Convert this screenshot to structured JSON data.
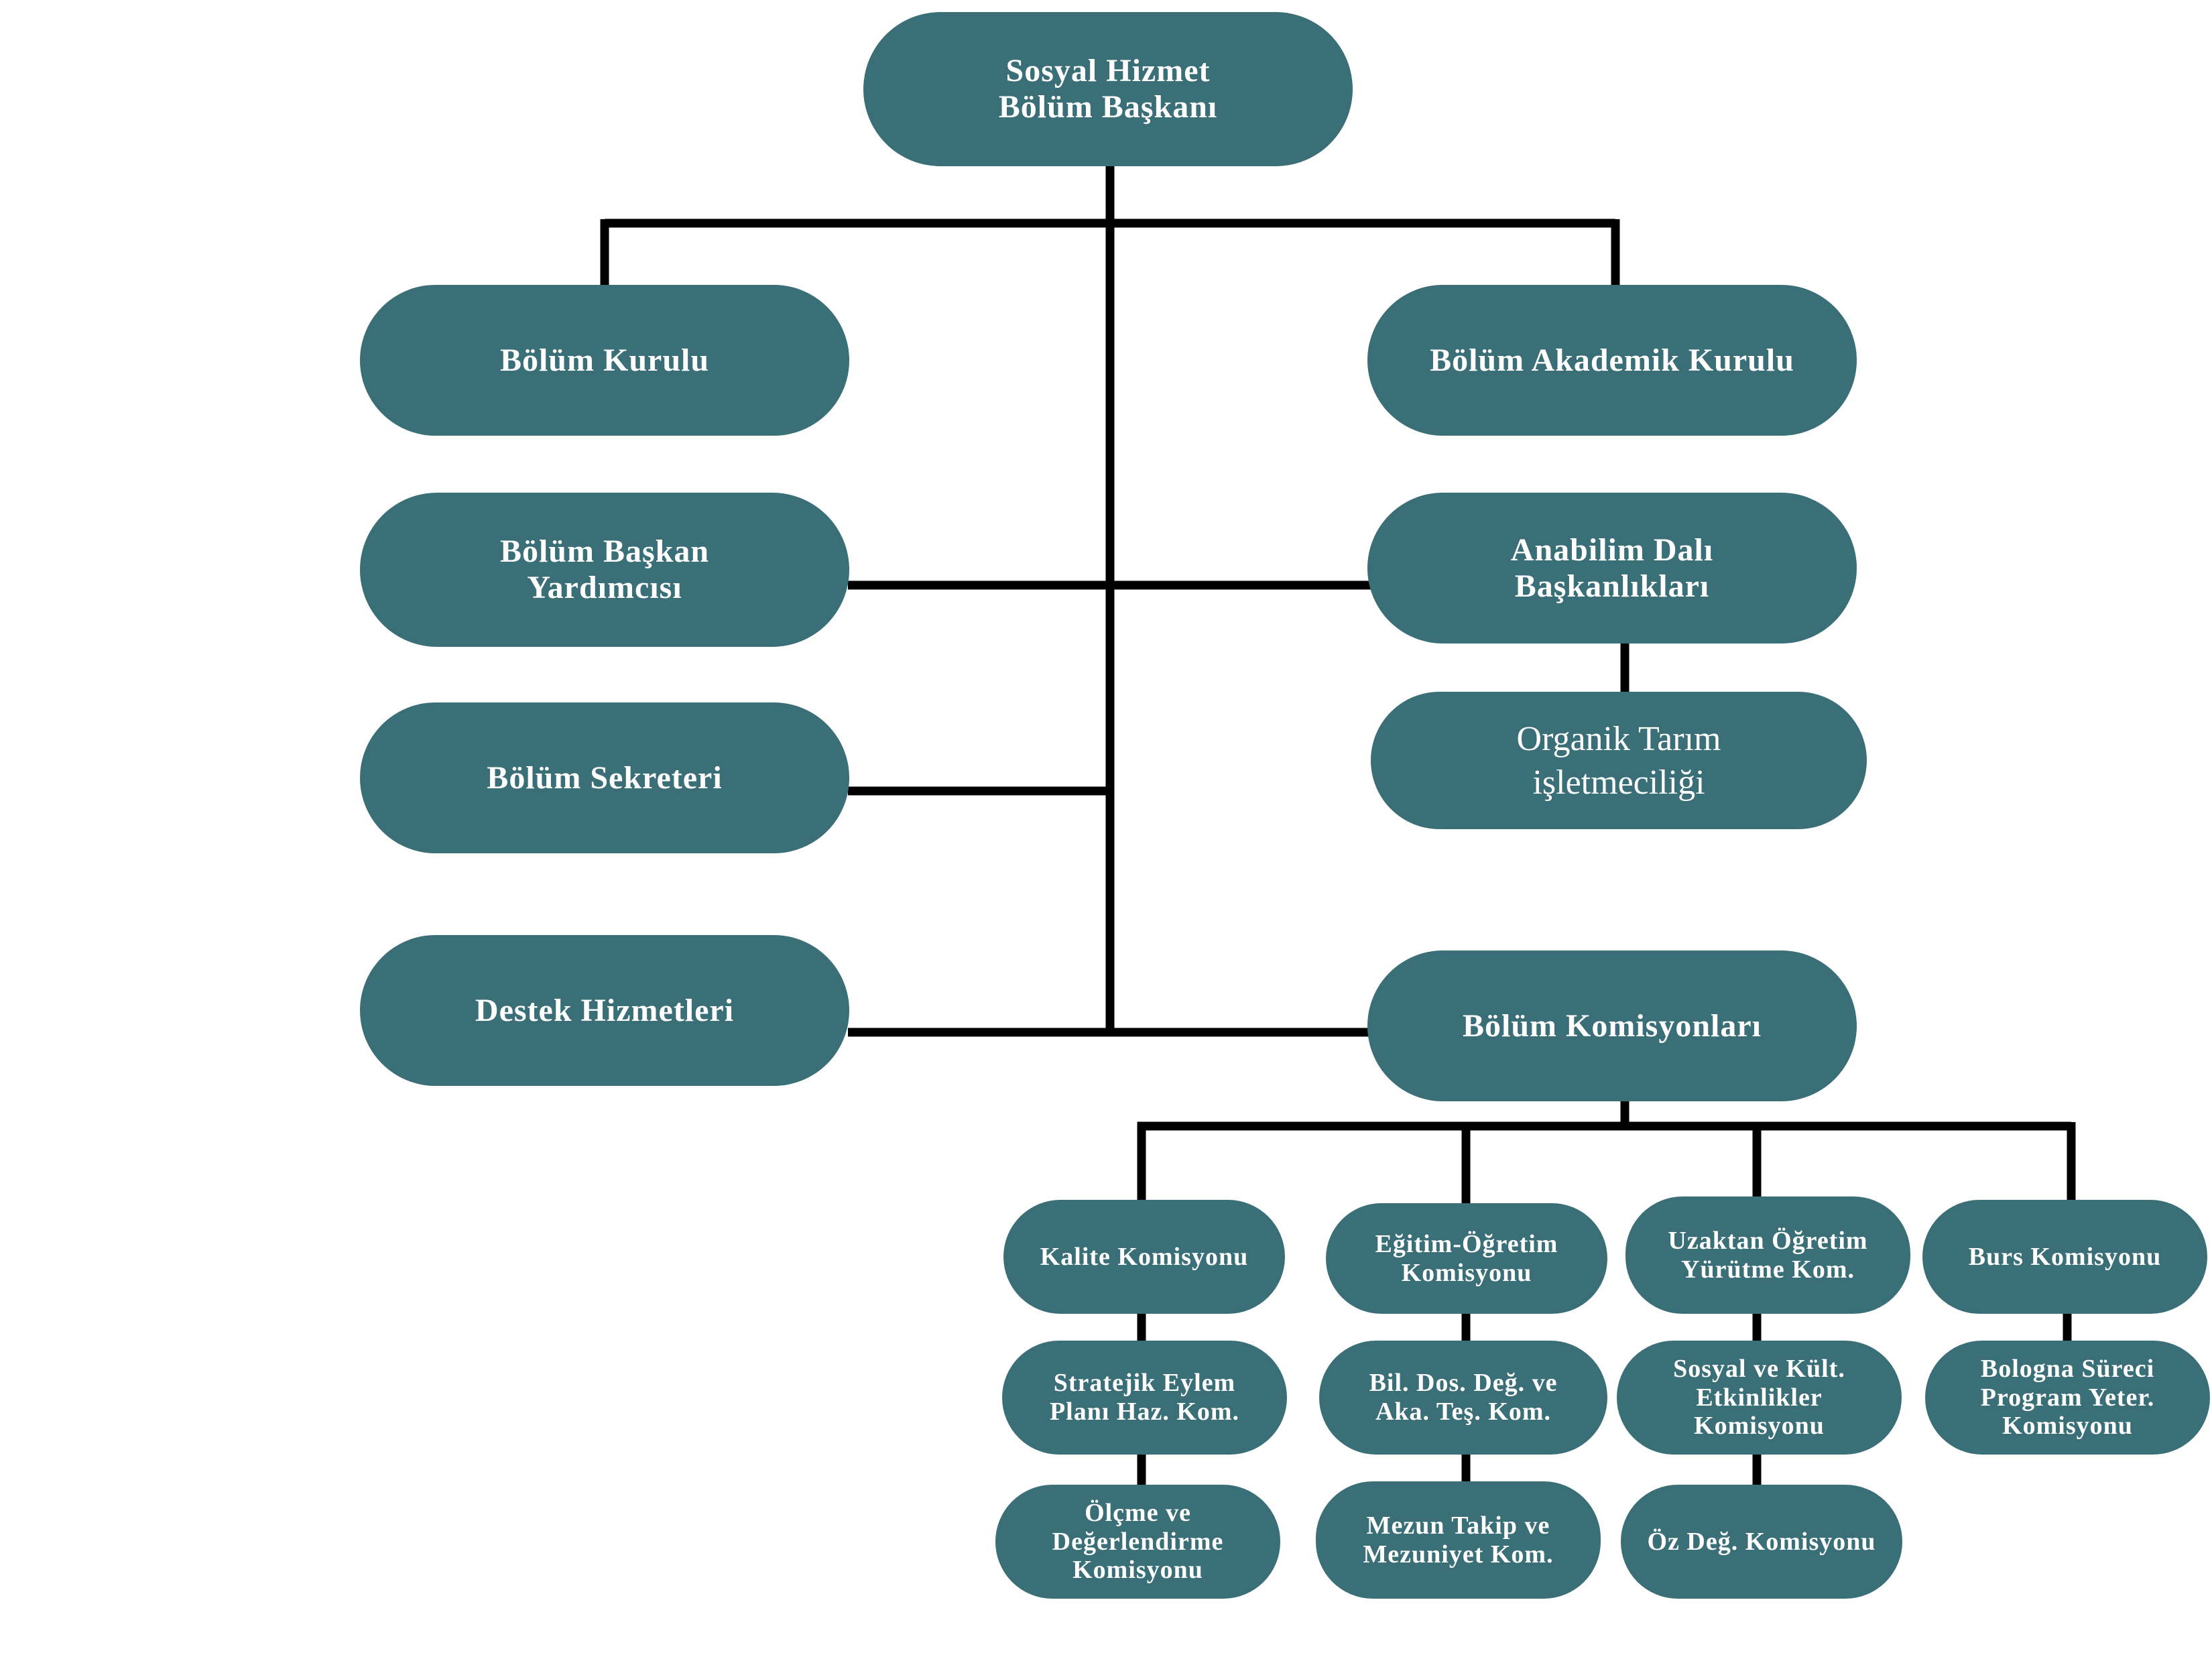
{
  "nodes": {
    "head": [
      "Sosyal Hizmet",
      "Bölüm Başkanı"
    ],
    "bolum_kurulu": [
      "Bölüm Kurulu"
    ],
    "akademik_kurul": [
      "Bölüm Akademik Kurulu"
    ],
    "baskan_yardimcisi": [
      "Bölüm Başkan",
      "Yardımcısı"
    ],
    "anabilim": [
      "Anabilim Dalı",
      "Başkanlıkları"
    ],
    "organik": [
      "Organik Tarım",
      "işletmeciliği"
    ],
    "sekreter": [
      "Bölüm Sekreteri"
    ],
    "destek": [
      "Destek Hizmetleri"
    ],
    "komisyonlar": [
      "Bölüm Komisyonları"
    ],
    "kalite": [
      "Kalite Komisyonu"
    ],
    "egitim": [
      "Eğitim-Öğretim",
      "Komisyonu"
    ],
    "uzaktan": [
      "Uzaktan Öğretim",
      "Yürütme Kom."
    ],
    "burs": [
      "Burs Komisyonu"
    ],
    "stratejik": [
      "Stratejik Eylem",
      "Planı Haz. Kom."
    ],
    "bildos": [
      "Bil. Dos. Değ. ve",
      "Aka. Teş. Kom."
    ],
    "sosyal": [
      "Sosyal ve Kült.",
      "Etkinlikler",
      "Komisyonu"
    ],
    "bologna": [
      "Bologna Süreci",
      "Program Yeter.",
      "Komisyonu"
    ],
    "olcme": [
      "Ölçme ve",
      "Değerlendirme",
      "Komisyonu"
    ],
    "mezun": [
      "Mezun Takip ve",
      "Mezuniyet Kom."
    ],
    "ozdeg": [
      "Öz Değ. Komisyonu"
    ]
  },
  "colors": {
    "node_fill": "#3a6f77",
    "text": "#ffffff",
    "line": "#000000"
  }
}
